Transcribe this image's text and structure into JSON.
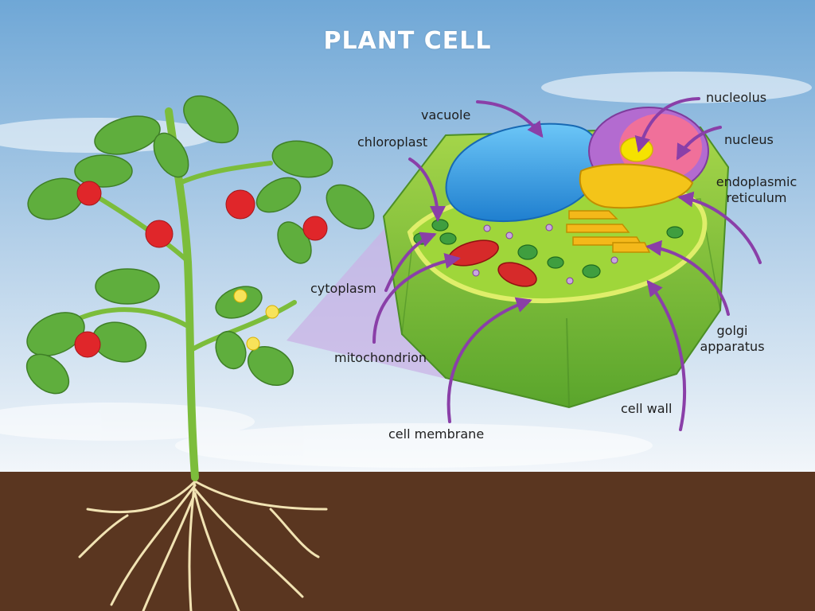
{
  "title": "PLANT CELL",
  "labels": {
    "vacuole": "vacuole",
    "chloroplast": "chloroplast",
    "nucleolus": "nucleolus",
    "nucleus": "nucleus",
    "endoplasmic_reticulum": [
      "endoplasmic",
      "reticulum"
    ],
    "cytoplasm": "cytoplasm",
    "mitochondrion": "mitochondrion",
    "golgi_apparatus": [
      "golgi",
      "apparatus"
    ],
    "cell_wall": "cell wall",
    "cell_membrane": "cell membrane"
  },
  "colors": {
    "sky_top": "#7fb2dc",
    "sky_bottom": "#eef4fa",
    "soil": "#5a3620",
    "arrow": "#8a3fa8",
    "cell_wall": "#8cc63f",
    "cytoplasm": "#b4e04a",
    "vacuole": "#2f9ee6",
    "nucleus": "#b36bd0",
    "nucleolus": "#f5e200",
    "er": "#f4c419",
    "golgi": "#f4b81a",
    "mitochondrion": "#d62a2a",
    "chloroplast": "#3f9e3f",
    "tomato": "#e0262a",
    "leaf": "#5fae3d",
    "root": "#f1e3b3"
  }
}
